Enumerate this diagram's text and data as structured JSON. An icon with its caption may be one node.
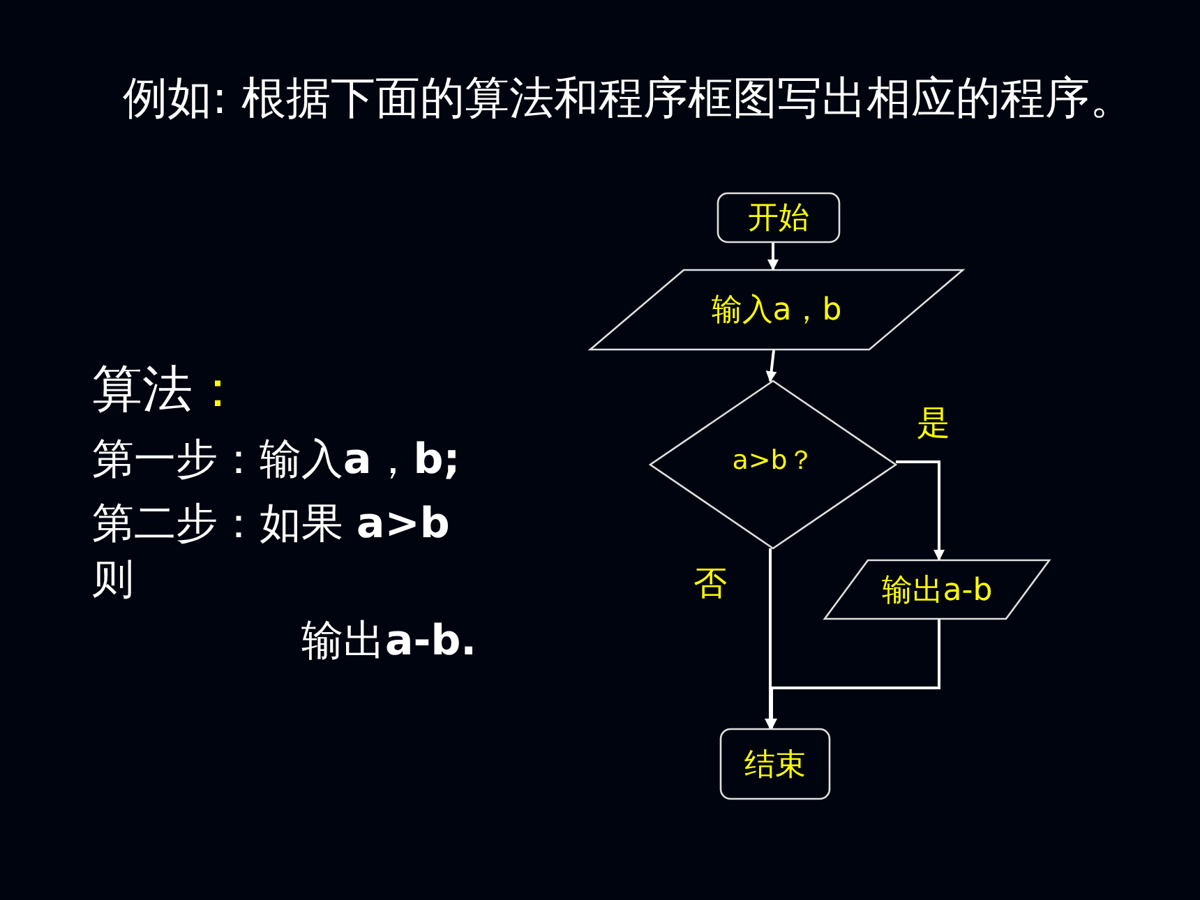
{
  "diagram": {
    "title": "例如: 根据下面的算法和程序框图写出相应的程序。",
    "nodes": [
      {
        "text": [
          "开始"
        ]
      },
      {
        "text": [
          "输入a，b"
        ]
      },
      {
        "text": [
          "a>b？"
        ]
      },
      {
        "text": [
          "输出a-b"
        ]
      },
      {
        "text": [
          "结束"
        ]
      }
    ],
    "edges": [
      {
        "from": 0,
        "to": 1,
        "arrow": "to"
      },
      {
        "from": 1,
        "to": 2,
        "arrow": "to"
      },
      {
        "from": 2,
        "to": 3,
        "arrow": "to",
        "label": "是"
      },
      {
        "from": 2,
        "to": 4,
        "arrow": "to",
        "label": "否"
      },
      {
        "from": 3,
        "to": 4,
        "arrow": "to"
      }
    ],
    "labels": [
      "算法：",
      "第一步：输入**a**，**b;**",
      "第二步：如果 **a>b**",
      "则",
      "输出**a-b.**"
    ]
  }
}
